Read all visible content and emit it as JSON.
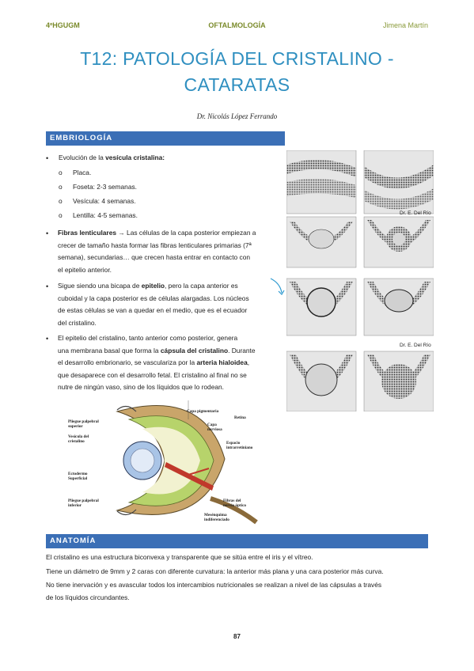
{
  "header": {
    "left": "4ºHGUGM",
    "center": "OFTALMOLOGÍA",
    "right": "Jimena Martín"
  },
  "title_line1": "T12: PATOLOGÍA DEL CRISTALINO -",
  "title_line2": "CATARATAS",
  "author": "Dr. Nicolás López Ferrando",
  "embriologia": {
    "heading": "EMBRIOLOGÍA",
    "b1_intro": "Evolución de la ",
    "b1_bold": "vesícula cristalina:",
    "b1_items": [
      "Placa.",
      "Foseta: 2-3 semanas.",
      "Vesícula: 4 semanas.",
      "Lentilla: 4-5 semanas."
    ],
    "b1_bullet_sub": "o",
    "b2_bold": "Fibras lenticulares",
    "b2_arrow": " → ",
    "b2_l1": "Las células de la capa posterior empiezan a",
    "b2_l2": "crecer de tamaño hasta formar las fibras lenticulares primarias (7ª",
    "b2_l3": "semana), secundarias… que crecen hasta entrar en contacto con",
    "b2_l4": "el epitelio anterior.",
    "b3_l1a": "Sigue siendo una bicapa de ",
    "b3_l1b": "epitelio",
    "b3_l1c": ", pero la capa anterior es",
    "b3_l2": "cuboidal y la capa posterior es de células alargadas. Los núcleos",
    "b3_l3": "de estas células se van a quedar en el medio, que es el ecuador",
    "b3_l4": "del cristalino.",
    "b4_l1": "El epitelio del cristalino, tanto anterior como posterior, genera",
    "b4_l2a": "una membrana basal que forma la ",
    "b4_l2b": "cápsula del cristalino",
    "b4_l2c": ". Durante",
    "b4_l3a": "el desarrollo embrionario, se vasculariza por la ",
    "b4_l3b": "arteria hialoidea",
    "b4_l3c": ",",
    "b4_l4": "que desaparece con el desarrollo fetal. El cristalino al final no se",
    "b4_l5": "nutre de ningún vaso, sino de los líquidos que lo rodean.",
    "credit1": "Dr. E. Del Río",
    "credit2": "Dr. E. Del Río"
  },
  "diagram_labels": {
    "l1": "Pliegue palpebral",
    "l1b": "superior",
    "l2": "Vesícula del",
    "l2b": "cristalino",
    "l3": "Ectodermo",
    "l3b": "Superficial",
    "l4": "Pliegue palpebral",
    "l4b": "inferior",
    "r1": "Capa pigmentaria",
    "r1b": "Retina",
    "r2": "Capa",
    "r2b": "nerviosa",
    "r3": "Espacio",
    "r3b": "intrarretiniano",
    "r4": "Fibras del",
    "r4b": "nervio óptico",
    "r5": "Mesénquima",
    "r5b": "indiferenciado"
  },
  "anatomia": {
    "heading": "ANATOMÍA",
    "p1": "El cristalino es una estructura biconvexa y transparente que se sitúa entre el iris y el vítreo.",
    "p2": "Tiene un diámetro de 9mm y 2 caras con diferente curvatura: la anterior más plana y una cara posterior más curva.",
    "p3a": "No tiene inervación y es avascular todos los intercambios nutricionales se realizan a nivel de las cápsulas a través",
    "p3b": "de los líquidos circundantes."
  },
  "page_number": "87"
}
